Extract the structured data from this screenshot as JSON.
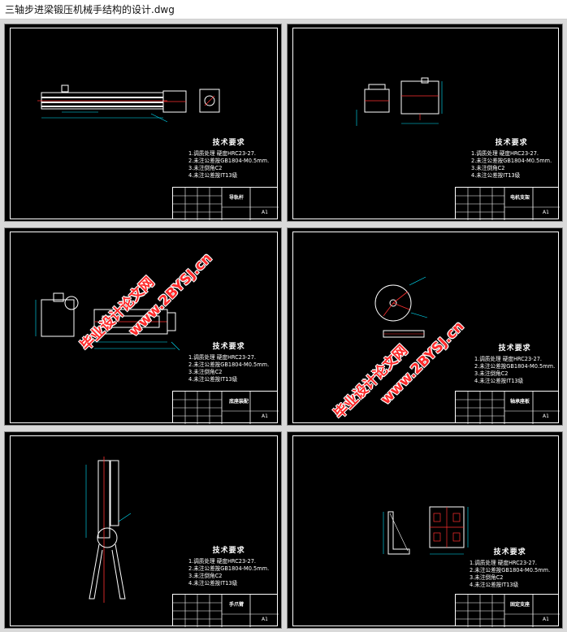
{
  "window": {
    "title": "三轴步进梁锻压机械手结构的设计.dwg"
  },
  "technical_requirements": {
    "heading": "技术要求",
    "lines": [
      "1.调质处理   硬度HRC23-27.",
      "2.未注公差按GB1804-M0.5mm.",
      "3.未注倒角C2",
      "4.未注公差按IT13级"
    ]
  },
  "sheets": [
    {
      "title_block_name": "导轨杆",
      "size": "A1"
    },
    {
      "title_block_name": "电机支架",
      "size": "A1"
    },
    {
      "title_block_name": "底座装配",
      "size": "A1"
    },
    {
      "title_block_name": "轴承座板",
      "size": "A1"
    },
    {
      "title_block_name": "手爪臂",
      "size": "A1"
    },
    {
      "title_block_name": "固定支座",
      "size": "A1"
    }
  ],
  "watermark": {
    "text_a": "毕业设计论文网",
    "text_b": "www.2BYSJ.cn"
  },
  "colors": {
    "background": "#000000",
    "lines": "#ffffff",
    "accent": "#ff3030",
    "dim": "#00e5ff",
    "watermark": "#ff2a2a"
  }
}
